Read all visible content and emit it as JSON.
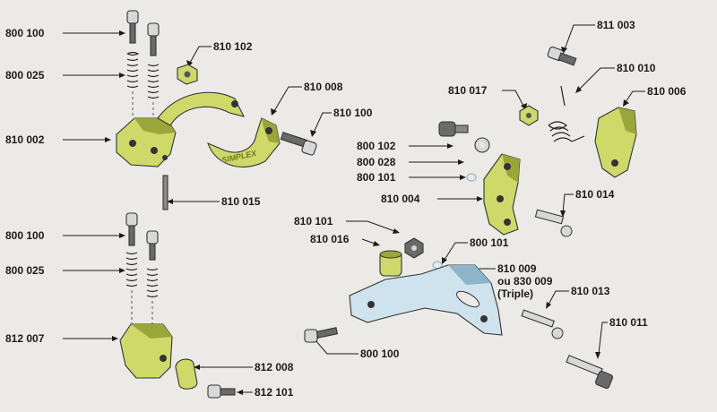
{
  "colors": {
    "background": "#eceae6",
    "green_part": "#cfd96a",
    "green_shadow": "#9aa63a",
    "blue_part": "#cfe3ef",
    "blue_shadow": "#8fb4c8",
    "steel": "#d8d8d8",
    "steel_dark": "#6a6a6a",
    "ink": "#1a1a1a"
  },
  "labels": {
    "l_800100_a": "800 100",
    "l_800025_a": "800 025",
    "l_810002": "810 002",
    "l_810102": "810 102",
    "l_810008": "810 008",
    "l_810100": "810 100",
    "l_810015": "810 015",
    "l_800100_b": "800 100",
    "l_800025_b": "800 025",
    "l_812007": "812 007",
    "l_812008": "812 008",
    "l_812101": "812 101",
    "l_811003": "811 003",
    "l_810010": "810 010",
    "l_810017": "810  017",
    "l_810006": "810  006",
    "l_800102": "800 102",
    "l_800028": "800 028",
    "l_800101_a": "800 101",
    "l_810004": "810  004",
    "l_810014": "810  014",
    "l_810101": "810 101",
    "l_810016": "810  016",
    "l_800101_b": "800 101",
    "l_810009": "810 009",
    "l_830009": "ou 830 009",
    "l_triple": "(Triple)",
    "l_810013": "810  013",
    "l_810011": "810  011",
    "l_800100_c": "800  100"
  },
  "clamp_logo": "SIMPLEX"
}
